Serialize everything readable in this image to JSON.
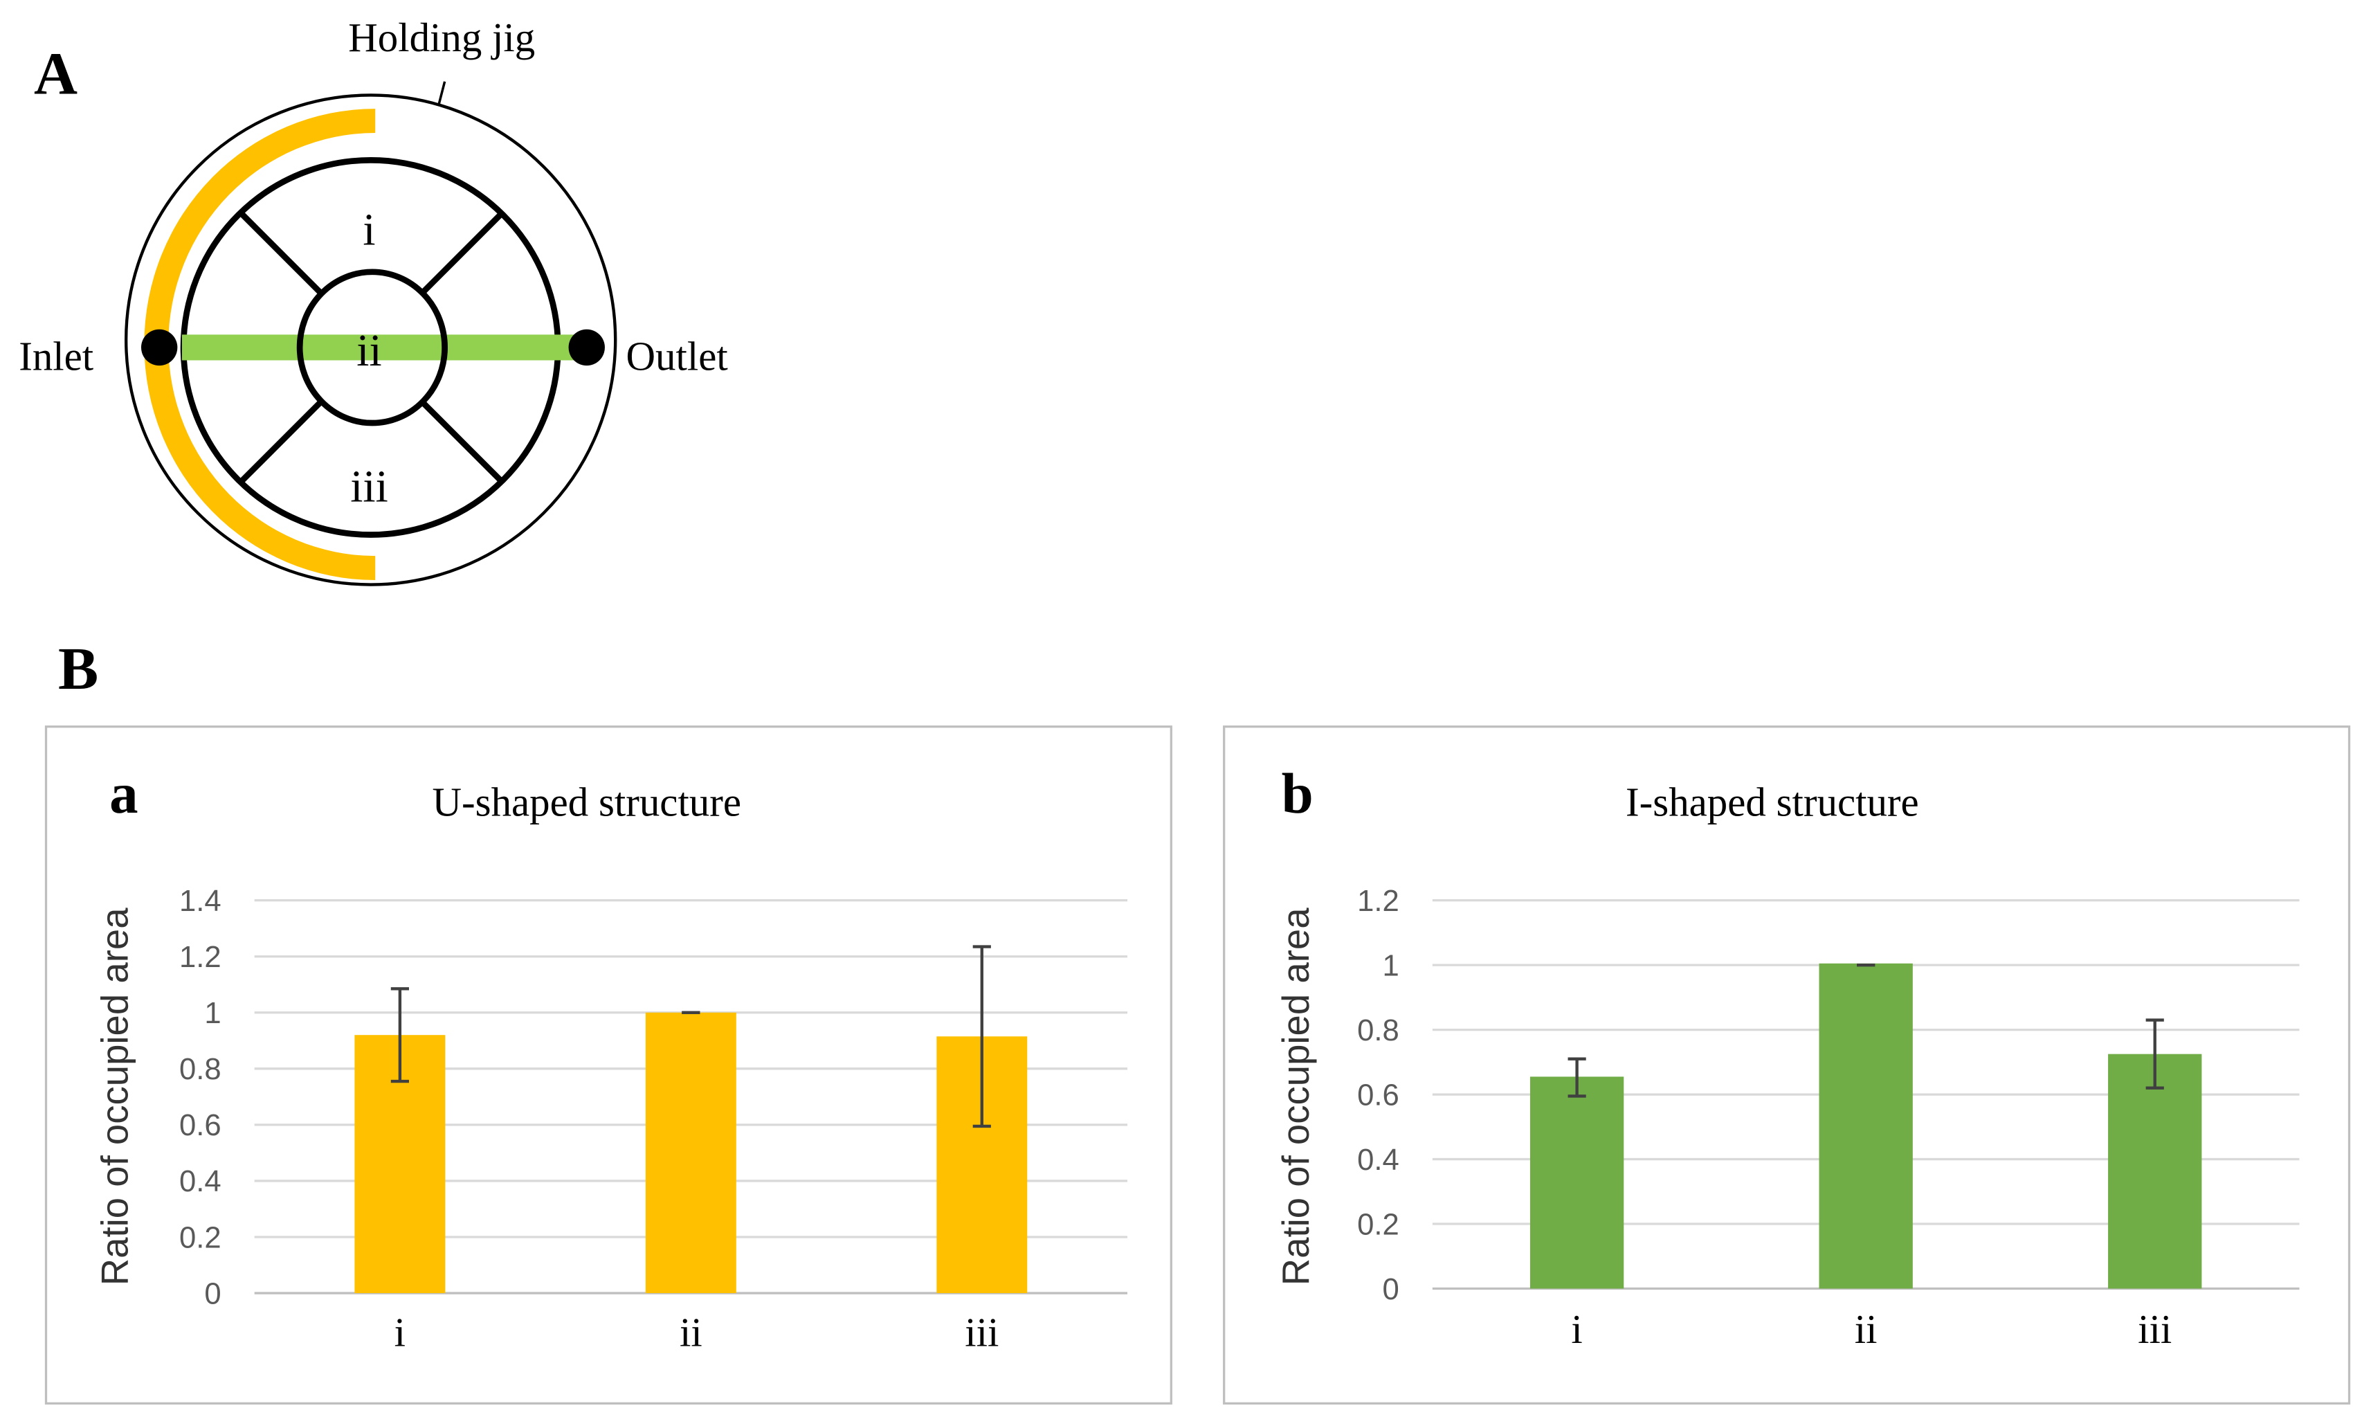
{
  "panel_a": {
    "label": "A",
    "holding_jig_label": "Holding jig",
    "inlet_label": "Inlet",
    "outlet_label": "Outlet",
    "regions": [
      "i",
      "ii",
      "iii"
    ],
    "colors": {
      "u_channel": "#FFC000",
      "i_channel": "#92D050",
      "outline": "#000000"
    }
  },
  "panel_b": {
    "label": "B"
  },
  "chart_data": [
    {
      "type": "bar",
      "panel_letter": "a",
      "title": "U-shaped structure",
      "xlabel": "",
      "ylabel": "Ratio of occupied area",
      "categories": [
        "i",
        "ii",
        "iii"
      ],
      "values": [
        0.92,
        1.0,
        0.915
      ],
      "error_bars": [
        [
          0.755,
          1.085
        ],
        [
          1.0,
          1.0
        ],
        [
          0.595,
          1.235
        ]
      ],
      "ylim": [
        0,
        1.4
      ],
      "yticks": [
        0,
        0.2,
        0.4,
        0.6,
        0.8,
        1,
        1.2,
        1.4
      ],
      "ytick_labels": [
        "0",
        "0.2",
        "0.4",
        "0.6",
        "0.8",
        "1",
        "1.2",
        "1.4"
      ],
      "grid": true,
      "bar_color": "#FFC000"
    },
    {
      "type": "bar",
      "panel_letter": "b",
      "title": "I-shaped structure",
      "xlabel": "",
      "ylabel": "Ratio of occupied area",
      "categories": [
        "i",
        "ii",
        "iii"
      ],
      "values": [
        0.655,
        1.005,
        0.725
      ],
      "error_bars": [
        [
          0.595,
          0.71
        ],
        [
          1.0,
          1.0
        ],
        [
          0.62,
          0.83
        ]
      ],
      "ylim": [
        0,
        1.2
      ],
      "yticks": [
        0,
        0.2,
        0.4,
        0.6,
        0.8,
        1,
        1.2
      ],
      "ytick_labels": [
        "0",
        "0.2",
        "0.4",
        "0.6",
        "0.8",
        "1",
        "1.2"
      ],
      "grid": true,
      "bar_color": "#70AD47"
    }
  ]
}
